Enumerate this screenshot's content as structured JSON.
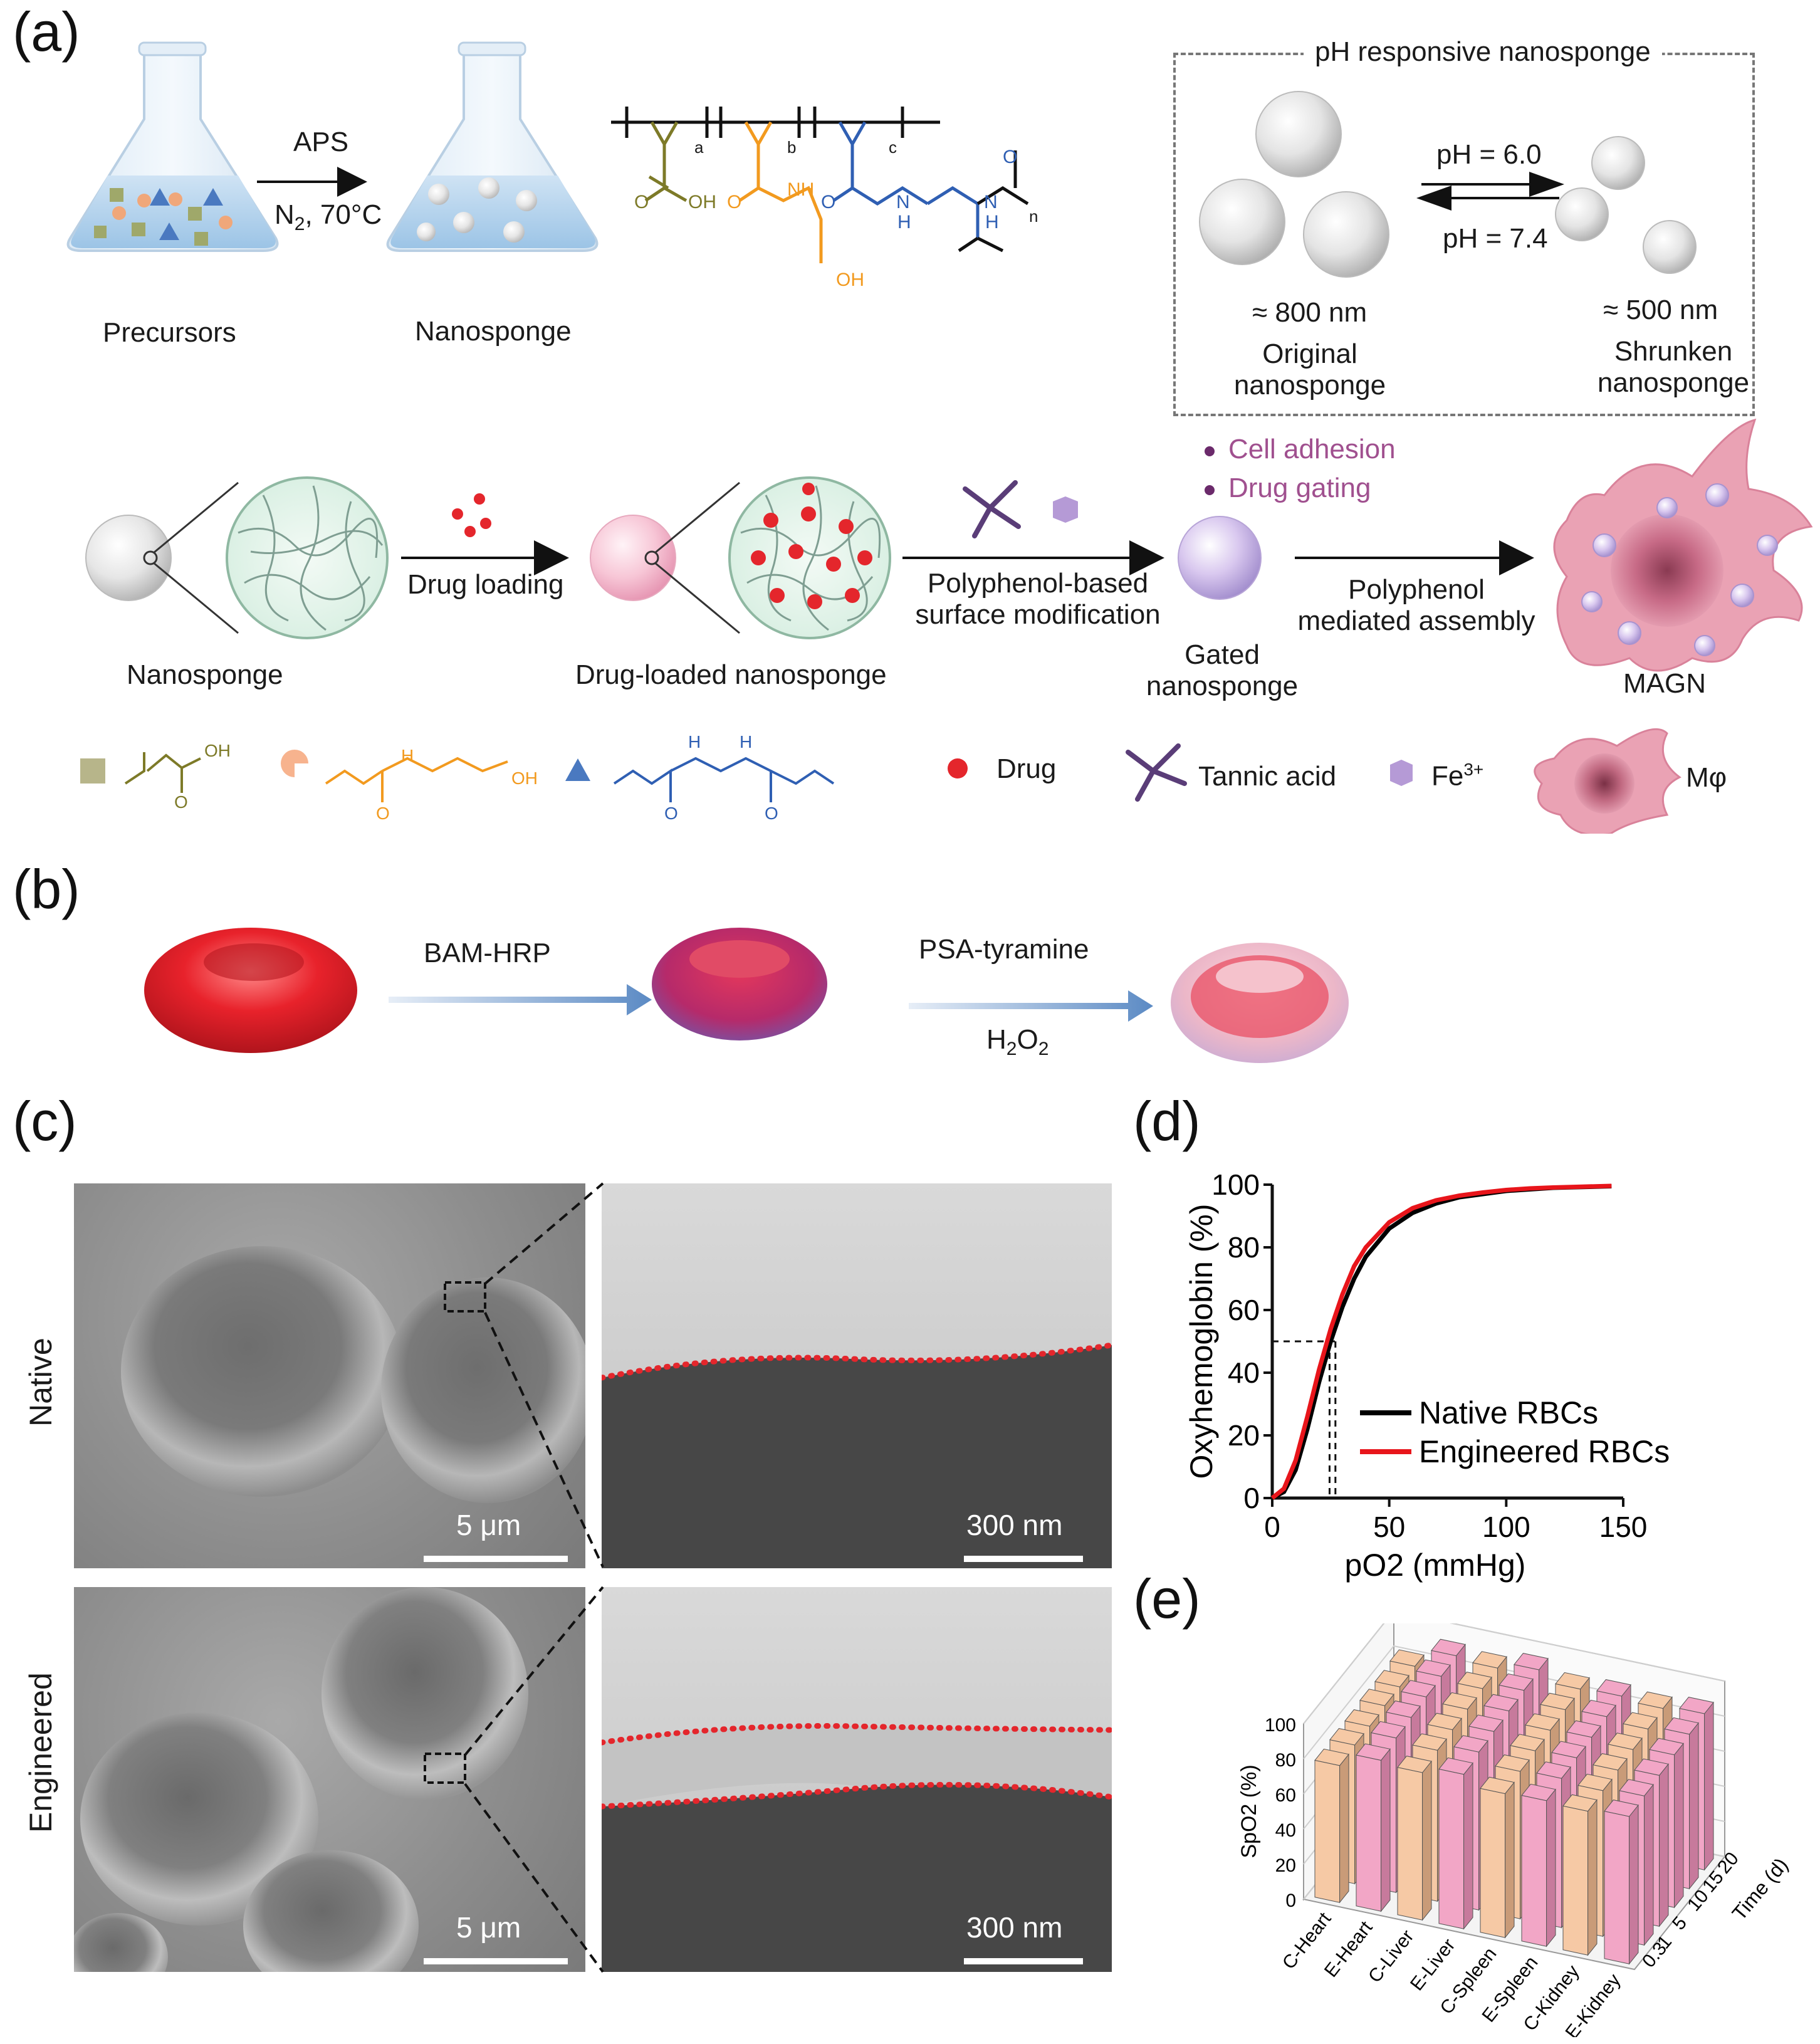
{
  "panels": {
    "a": "(a)",
    "b": "(b)",
    "c": "(c)",
    "d": "(d)",
    "e": "(e)"
  },
  "a": {
    "synthesis": {
      "arrow_top": "APS",
      "arrow_bottom_prefix": "N",
      "arrow_bottom_sub": "2",
      "arrow_bottom_suffix": ", 70°C",
      "precursors": "Precursors",
      "nanosponge": "Nanosponge"
    },
    "polymer": {
      "sub_a": "a",
      "sub_b": "b",
      "sub_c": "c",
      "sub_n": "n",
      "oh1": "OH",
      "oh2": "OH",
      "nh1": "NH",
      "nh2": "N",
      "nh3": "N",
      "h1": "H",
      "h2": "H",
      "o1": "O",
      "o2": "O",
      "o3": "O",
      "o4": "O"
    },
    "ph_box": {
      "title": "pH responsive nanosponge",
      "ph_forward": "pH = 6.0",
      "ph_back": "pH = 7.4",
      "size_original": "≈ 800 nm",
      "original_1": "Original",
      "original_2": "nanosponge",
      "size_shrunken": "≈ 500 nm",
      "shrunken_1": "Shrunken",
      "shrunken_2": "nanosponge"
    },
    "process": {
      "drug_loading": "Drug loading",
      "surface_1": "Polyphenol-based",
      "surface_2": "surface modification",
      "cell_adhesion": "Cell adhesion",
      "drug_gating": "Drug gating",
      "assembly_1": "Polyphenol",
      "assembly_2": "mediated assembly",
      "nanosponge": "Nanosponge",
      "drug_loaded": "Drug-loaded nanosponge",
      "gated_1": "Gated",
      "gated_2": "nanosponge",
      "magn": "MAGN"
    },
    "legend": {
      "drug": "Drug",
      "tannic": "Tannic acid",
      "fe": "Fe",
      "fe_sup": "3+",
      "mphi": "Mφ",
      "oh_a": "OH",
      "o_a": "O",
      "h_b": "H",
      "oh_b": "OH",
      "o_b": "O",
      "h_c1": "H",
      "h_c2": "H",
      "o_c1": "O",
      "o_c2": "O"
    }
  },
  "b": {
    "step1": "BAM-HRP",
    "step2": "PSA-tyramine",
    "h": "H",
    "sub2a": "2",
    "o": "O",
    "sub2b": "2"
  },
  "c": {
    "row_native": "Native",
    "row_engineered": "Engineered",
    "scale_sem": "5 μm",
    "scale_tem": "300 nm"
  },
  "chart_data": [
    {
      "type": "line",
      "xlabel": "pO2 (mmHg)",
      "ylabel": "Oxyhemoglobin (%)",
      "xlim": [
        0,
        150
      ],
      "ylim": [
        0,
        100
      ],
      "xticks": [
        "0",
        "50",
        "100",
        "150"
      ],
      "yticks": [
        "0",
        "20",
        "40",
        "60",
        "80",
        "100"
      ],
      "reference": {
        "y": 50,
        "x_engineered": 24.5,
        "x_native": 27
      },
      "series": [
        {
          "name": "Native RBCs",
          "color": "#000000",
          "x": [
            0,
            5,
            10,
            15,
            20,
            25,
            30,
            35,
            40,
            50,
            60,
            70,
            80,
            90,
            100,
            110,
            120,
            130,
            140,
            145
          ],
          "y": [
            0,
            2,
            9,
            22,
            37,
            50,
            61,
            70,
            77,
            86,
            91,
            94,
            96,
            97,
            98,
            98.5,
            99,
            99.2,
            99.4,
            99.5
          ]
        },
        {
          "name": "Engineered RBCs",
          "color": "#e8151b",
          "x": [
            0,
            5,
            10,
            15,
            20,
            25,
            30,
            35,
            40,
            50,
            60,
            70,
            80,
            90,
            100,
            110,
            120,
            130,
            140,
            145
          ],
          "y": [
            0,
            3,
            12,
            26,
            41,
            54,
            65,
            74,
            80,
            88,
            92.5,
            95,
            96.5,
            97.5,
            98.3,
            98.8,
            99.1,
            99.3,
            99.5,
            99.6
          ]
        }
      ]
    },
    {
      "type": "bar",
      "ylabel": "SpO2 (%)",
      "zlabel": "Time (d)",
      "zticks": [
        "0.3",
        "1",
        "5",
        "10",
        "15",
        "20"
      ],
      "yticks": [
        "0",
        "20",
        "40",
        "60",
        "80",
        "100"
      ],
      "categories": [
        "C-Heart",
        "E-Heart",
        "C-Liver",
        "E-Liver",
        "C-Spleen",
        "E-Spleen",
        "C-Kidney",
        "E-Kidney"
      ],
      "colors": {
        "control": "#f6c9a5",
        "engineered": "#f2a6c6"
      },
      "values": [
        [
          78,
          79,
          79,
          80,
          80,
          81
        ],
        [
          86,
          88,
          89,
          90,
          91,
          92
        ],
        [
          84,
          86,
          87,
          88,
          89,
          90
        ],
        [
          88,
          90,
          91,
          92,
          93,
          94
        ],
        [
          82,
          84,
          85,
          86,
          87,
          88
        ],
        [
          83,
          85,
          86,
          87,
          88,
          89
        ],
        [
          82,
          83,
          84,
          85,
          86,
          87
        ],
        [
          84,
          85,
          86,
          87,
          88,
          89
        ]
      ]
    }
  ]
}
